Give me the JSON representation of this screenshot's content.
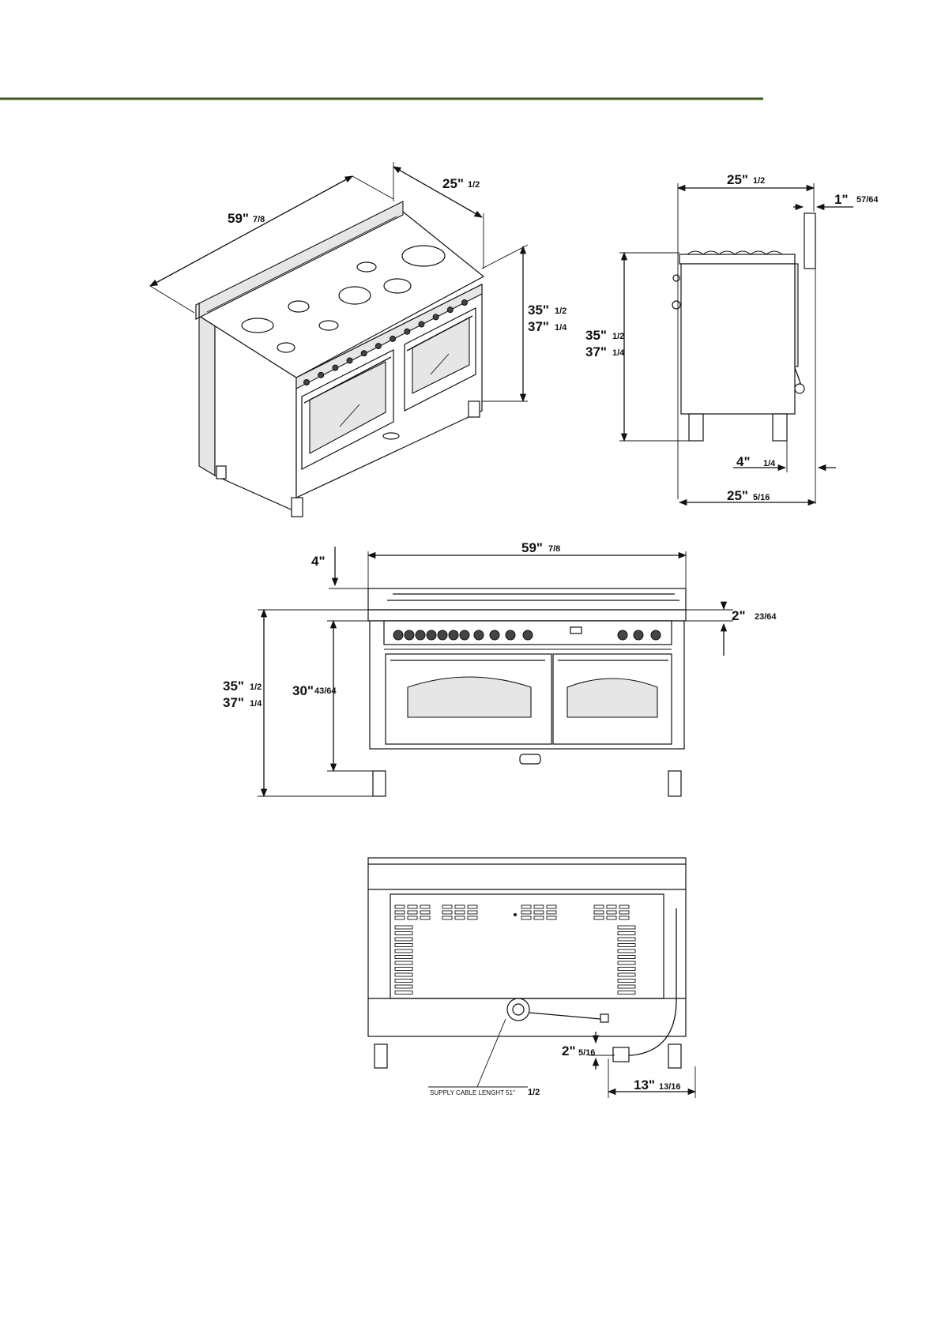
{
  "colors": {
    "header_rule": "#3d5a1e",
    "ink": "#111111"
  },
  "iso_view": {
    "width": "59\"",
    "width_frac": "7/8",
    "depth": "25\"",
    "depth_frac": "1/2",
    "height_low": "35\"",
    "height_low_frac": "1/2",
    "height_high": "37\"",
    "height_high_frac": "1/4"
  },
  "side_view": {
    "depth": "25\"",
    "depth_frac": "1/2",
    "backguard": "1\"",
    "backguard_frac": "57/64",
    "height_low": "35\"",
    "height_low_frac": "1/2",
    "height_high": "37\"",
    "height_high_frac": "1/4",
    "foot_offset": "4\"",
    "foot_offset_frac": "1/4",
    "overall_depth": "25\"",
    "overall_depth_frac": "5/16"
  },
  "front_view": {
    "width": "59\"",
    "width_frac": "7/8",
    "backguard_height": "4\"",
    "top_thickness": "2\"",
    "top_thickness_frac": "23/64",
    "height_low": "35\"",
    "height_low_frac": "1/2",
    "height_high": "37\"",
    "height_high_frac": "1/4",
    "body_height": "30\"",
    "body_height_frac": "43/64"
  },
  "rear_view": {
    "cable_label": "SUPPLY CABLE LENGHT 51\"",
    "cable_label_frac": "1/2",
    "plug_height": "2\"",
    "plug_height_frac": "5/16",
    "plug_offset": "13\"",
    "plug_offset_frac": "13/16"
  }
}
